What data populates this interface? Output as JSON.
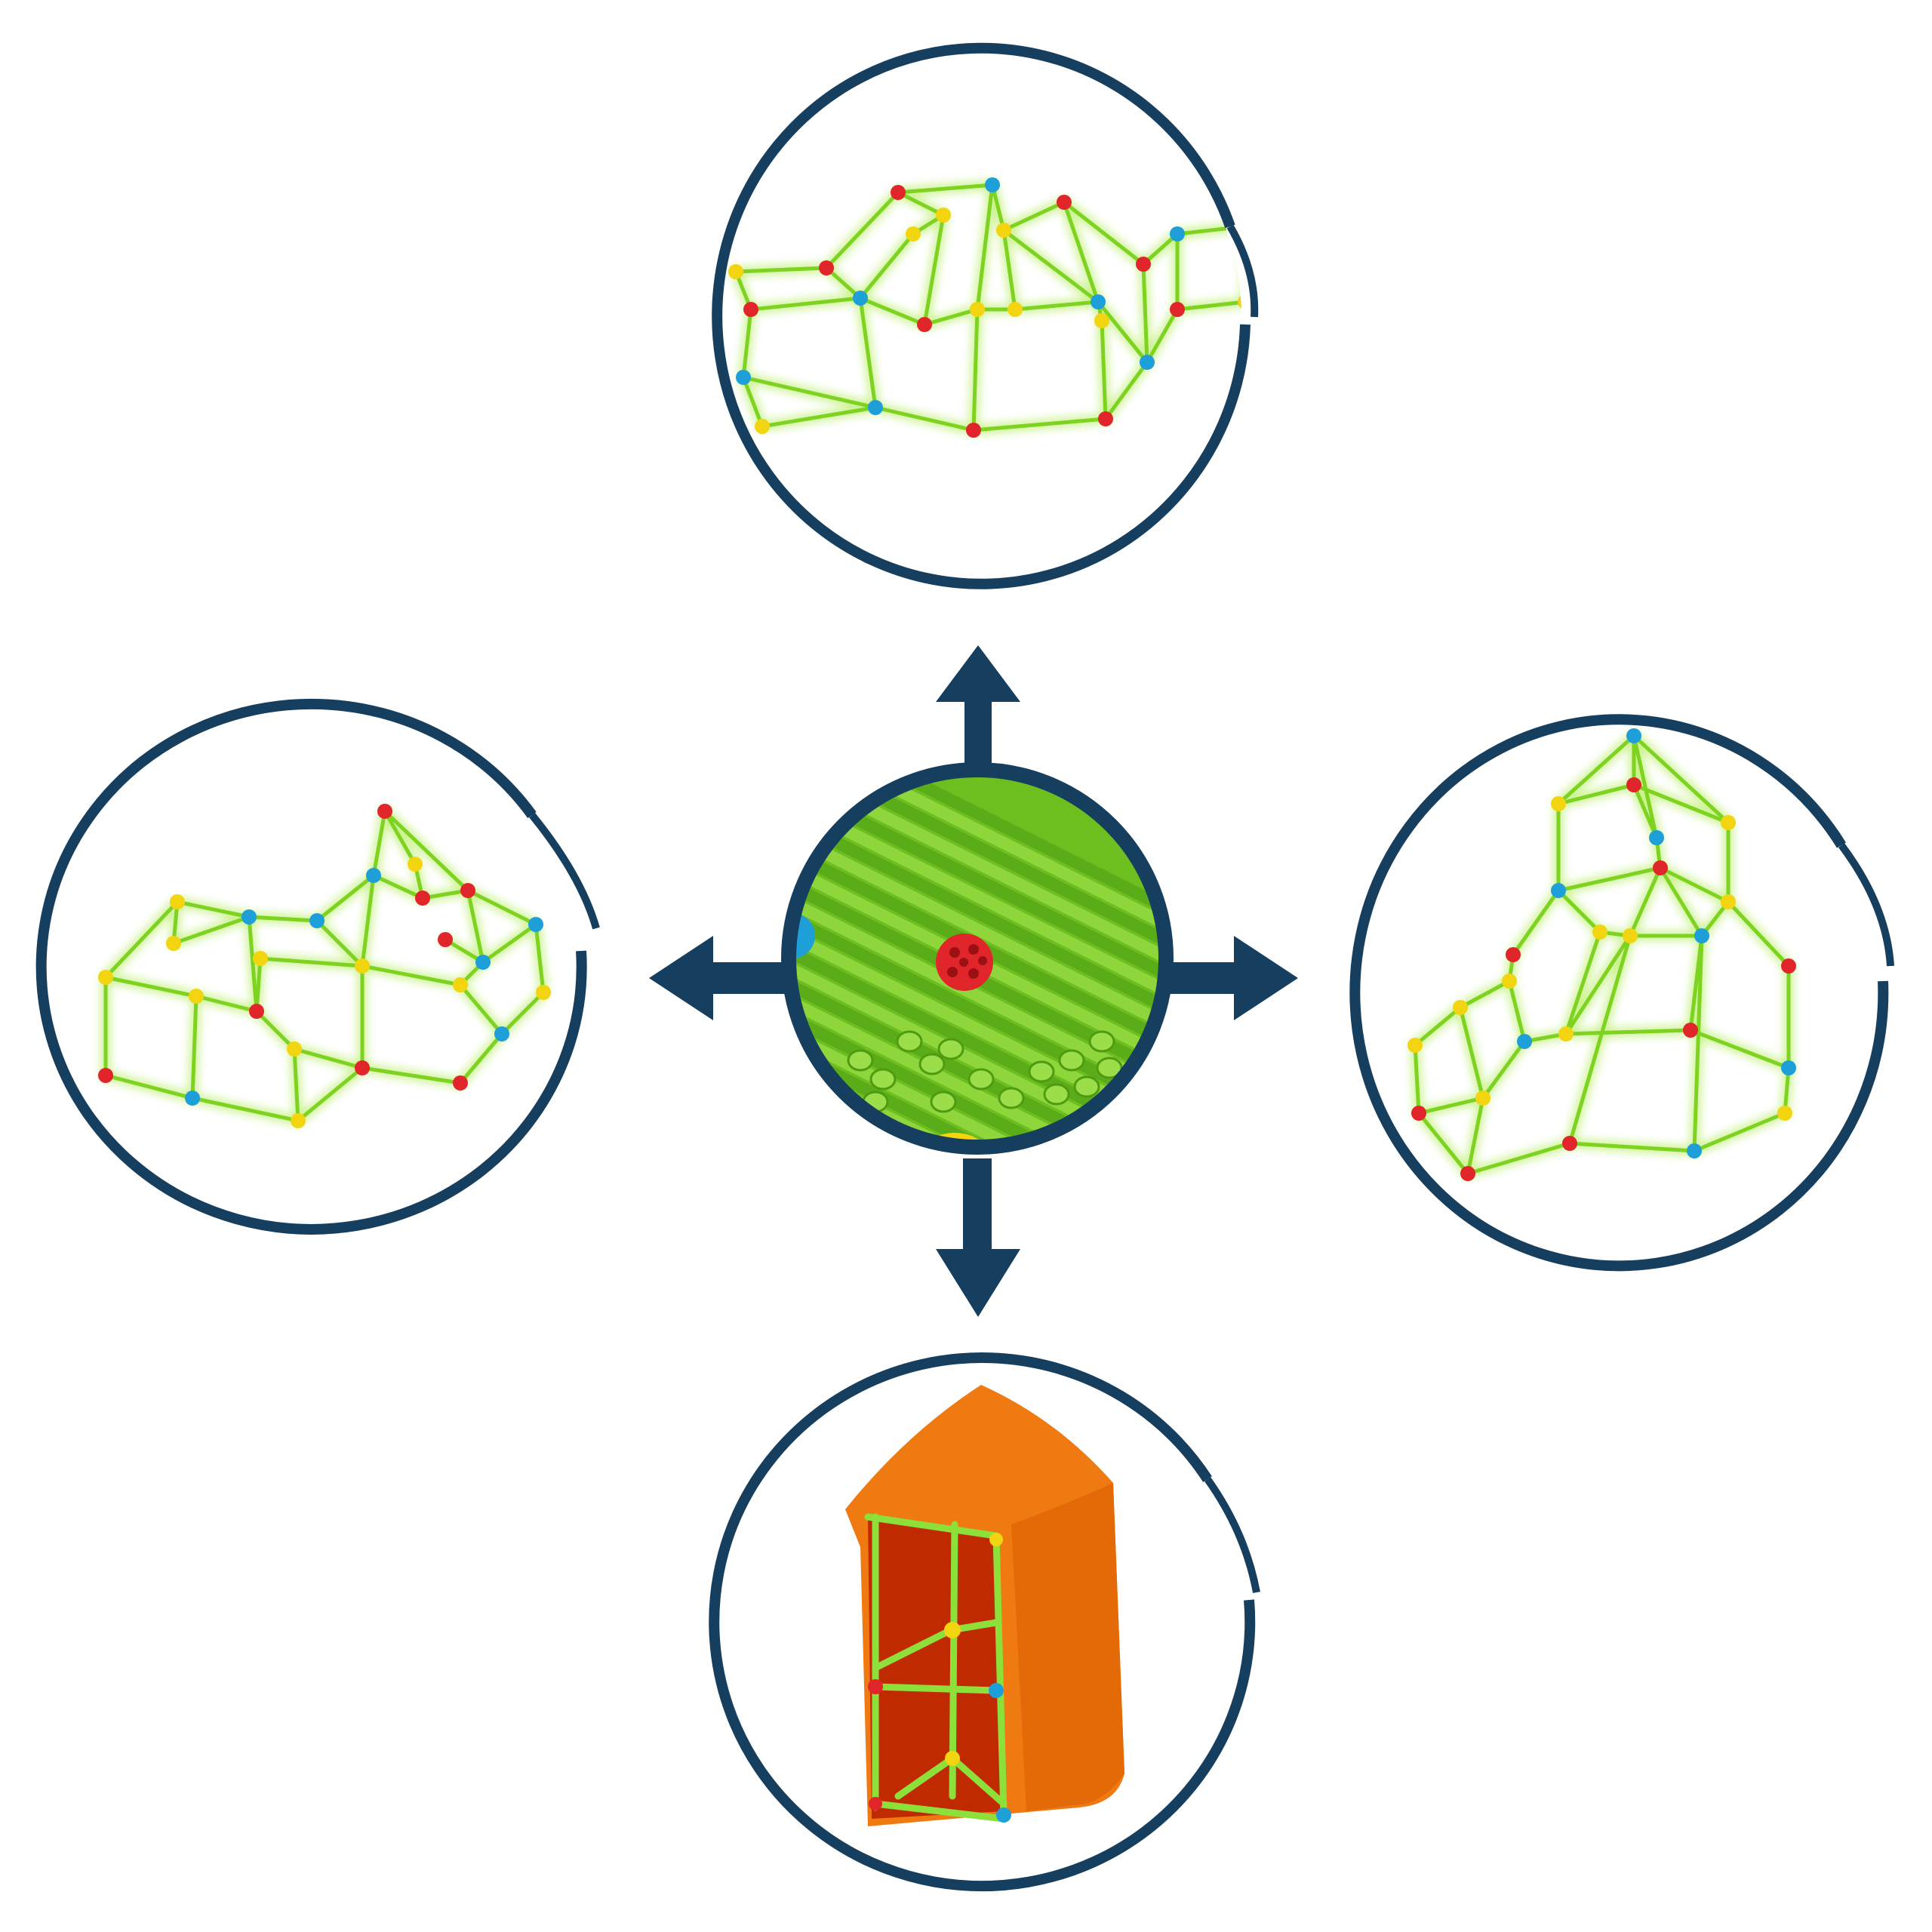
{
  "colors": {
    "background": "#ffffff",
    "ring": "#163f5f",
    "arrow": "#163f5f",
    "rod": "#7ed321",
    "rod_glow": "#c9f28a",
    "connector_red": "#e0262b",
    "connector_blue": "#1e9fd8",
    "connector_yellow": "#f2d410",
    "tent_fabric": "#f07a12",
    "tent_inner": "#c02a00"
  },
  "diagram": {
    "center": {
      "name": "rods-and-connectors-closeup",
      "icon": "rod-bundle-icon"
    },
    "arrows": [
      "up",
      "left",
      "right",
      "down"
    ],
    "builds": [
      {
        "position": "top",
        "name": "wide-fort-build",
        "icon": "frame-structure-icon"
      },
      {
        "position": "left",
        "name": "house-fort-build",
        "icon": "frame-structure-icon"
      },
      {
        "position": "right",
        "name": "tower-fort-build",
        "icon": "frame-structure-icon"
      },
      {
        "position": "bottom",
        "name": "covered-tent-build",
        "icon": "tent-icon"
      }
    ]
  }
}
